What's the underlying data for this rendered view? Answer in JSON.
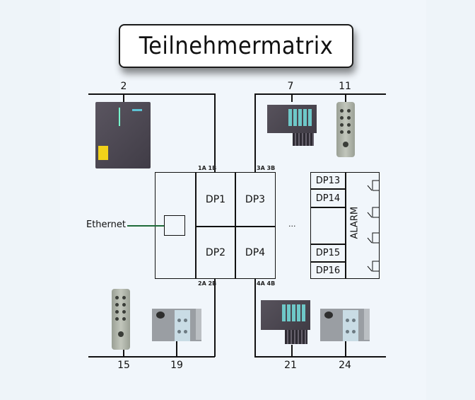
{
  "title": "Teilnehmermatrix",
  "network": {
    "ethernet_label": "Ethernet",
    "ellipsis": "...",
    "ethernet_line_color": "#1f6b3a"
  },
  "matrix": {
    "cells": [
      "DP1",
      "DP3",
      "DP2",
      "DP4"
    ],
    "ports": {
      "top_left": "1A 1B",
      "top_right": "3A 3B",
      "bottom_left": "2A 2B",
      "bottom_right": "4A 4B"
    }
  },
  "alarm_block": {
    "label": "ALARM",
    "rows": [
      "DP13",
      "DP14",
      "",
      "DP15",
      "DP16"
    ]
  },
  "buses": {
    "top_left": {
      "stations": [
        "2"
      ]
    },
    "top_right": {
      "stations": [
        "7",
        "11"
      ]
    },
    "bottom_left": {
      "stations": [
        "15",
        "19"
      ]
    },
    "bottom_right": {
      "stations": [
        "21",
        "24"
      ]
    }
  },
  "devices": [
    {
      "station": "2",
      "icon": "s7-cpu-device"
    },
    {
      "station": "7",
      "icon": "et200s-io-device"
    },
    {
      "station": "11",
      "icon": "m12-io-module-device"
    },
    {
      "station": "15",
      "icon": "m12-io-module-device"
    },
    {
      "station": "19",
      "icon": "ip67-io-device"
    },
    {
      "station": "21",
      "icon": "et200s-io-device"
    },
    {
      "station": "24",
      "icon": "ip67-io-device"
    }
  ]
}
